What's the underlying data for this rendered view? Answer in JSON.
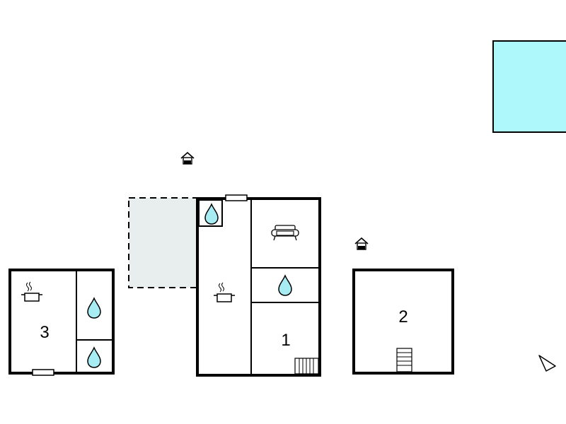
{
  "rooms": [
    {
      "label": "1"
    },
    {
      "label": "2"
    },
    {
      "label": "3"
    }
  ],
  "icons": {
    "entrance": "house-entrance-icon",
    "water": "water-drop-icon",
    "kitchen": "cooking-pot-icon",
    "sofa": "sofa-icon",
    "stairs": "stairs-icon",
    "compass": "north-arrow-icon"
  },
  "colors": {
    "wall": "#000000",
    "pool": "#aef7fa",
    "terrace": "#e8eeee",
    "water": "#a7ecf3"
  }
}
